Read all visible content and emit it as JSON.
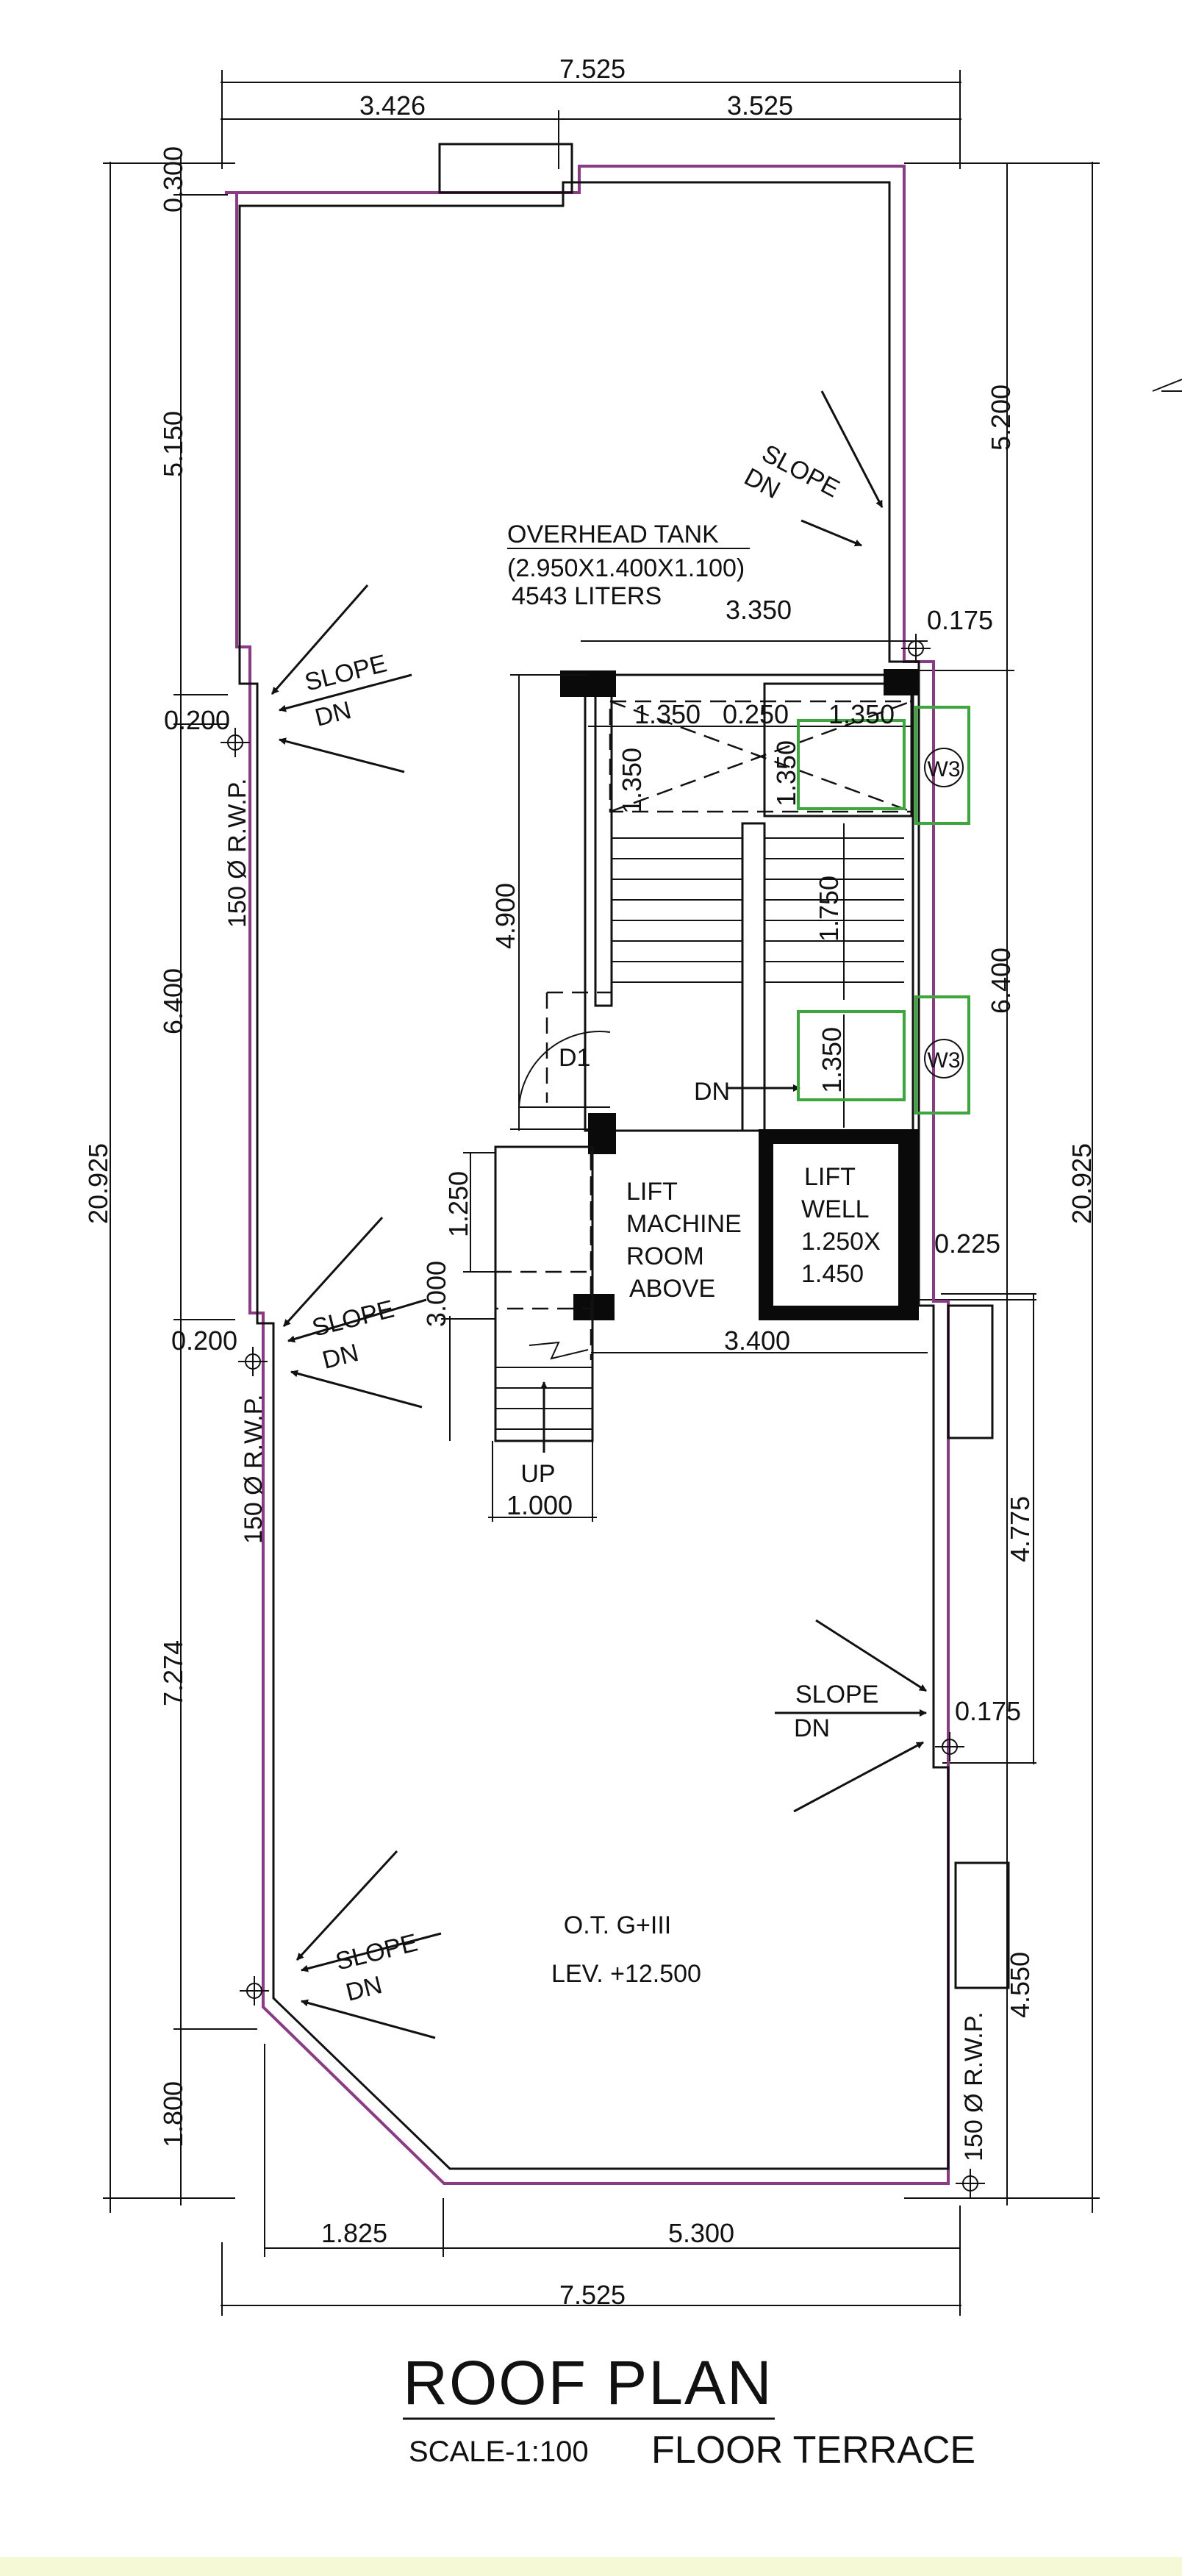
{
  "drawing": {
    "title": "ROOF  PLAN",
    "scale": "SCALE-1:100",
    "subtitle": "FLOOR TERRACE",
    "level_name": "O.T. G+III",
    "level_value": "LEV. +12.500"
  },
  "dimensions": {
    "top_total": "7.525",
    "top_left": "3.426",
    "top_right": "3.525",
    "left_0300": "0.300",
    "left_5150": "5.150",
    "left_0200_a": "0.200",
    "left_6400": "6.400",
    "left_0200_b": "0.200",
    "left_7274": "7.274",
    "left_1800": "1.800",
    "left_total": "20.925",
    "right_5200": "5.200",
    "right_0175_a": "0.175",
    "right_6400": "6.400",
    "right_0225": "0.225",
    "right_4775": "4.775",
    "right_0175_b": "0.175",
    "right_4550": "4.550",
    "right_total": "20.925",
    "bottom_left": "1.825",
    "bottom_right": "5.300",
    "bottom_total": "7.525",
    "stair_3350": "3.350",
    "stair_1350_a": "1.350",
    "stair_0250": "0.250",
    "stair_1350_b": "1.350",
    "stair_1350_v": "1.350",
    "stair_1350_v2": "1.350",
    "stair_1750": "1.750",
    "stair_1350_lower": "1.350",
    "stair_4900": "4.900",
    "lift_1250": "1.250",
    "lift_3000": "3.000",
    "lift_3400": "3.400",
    "up_1000": "1.000"
  },
  "labels": {
    "overhead_tank": "OVERHEAD  TANK",
    "tank_size": "(2.950X1.400X1.100)",
    "tank_capacity": "4543 LITERS",
    "slope": "SLOPE",
    "dn": "DN",
    "rwp": "150 Ø R.W.P.",
    "w3": "W3",
    "d1": "D1",
    "up": "UP",
    "lmr_1": "LIFT",
    "lmr_2": "MACHINE",
    "lmr_3": "ROOM",
    "lmr_4": "ABOVE",
    "lw_1": "LIFT",
    "lw_2": "WELL",
    "lw_3": "1.250X",
    "lw_4": "1.450"
  },
  "colors": {
    "outline": "#8d3a86",
    "window": "#3aa83a",
    "ink": "#111111",
    "strip": "#f6f9d6"
  }
}
